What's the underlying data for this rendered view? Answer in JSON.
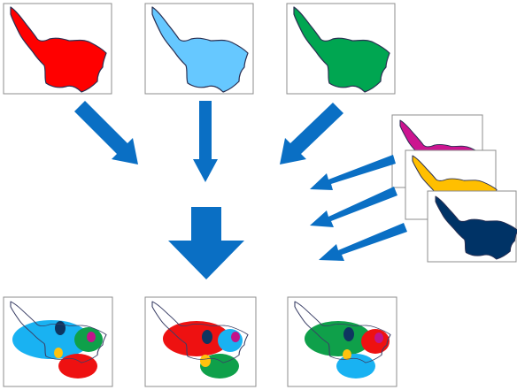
{
  "colors": {
    "red": "#ff0000",
    "light_blue": "#66c8ff",
    "green": "#00a651",
    "magenta": "#cc1590",
    "yellow": "#ffbf00",
    "dark_blue": "#003366",
    "blob_blue": "#19b2f2",
    "blob_green": "#0fa04a",
    "blob_red": "#ee1111",
    "blob_magenta": "#c2148a",
    "blob_navy": "#0e3560",
    "blob_yellow": "#ffc20e",
    "arrow": "#0a6fc4",
    "frame": "#8c8c8c"
  },
  "diagram": {
    "top_shapes": [
      "red",
      "light_blue",
      "green"
    ],
    "stacked_shapes": [
      "magenta",
      "yellow",
      "dark_blue"
    ],
    "results": [
      {
        "main": "blob_blue",
        "secondary": [
          "blob_green",
          "blob_red"
        ]
      },
      {
        "main": "blob_red",
        "secondary": [
          "blob_blue",
          "blob_green"
        ]
      },
      {
        "main": "blob_green",
        "secondary": [
          "blob_red",
          "blob_blue"
        ]
      }
    ],
    "arrows": {
      "diagonal_in": 3,
      "stack_in": 3,
      "main_down": 1
    }
  }
}
